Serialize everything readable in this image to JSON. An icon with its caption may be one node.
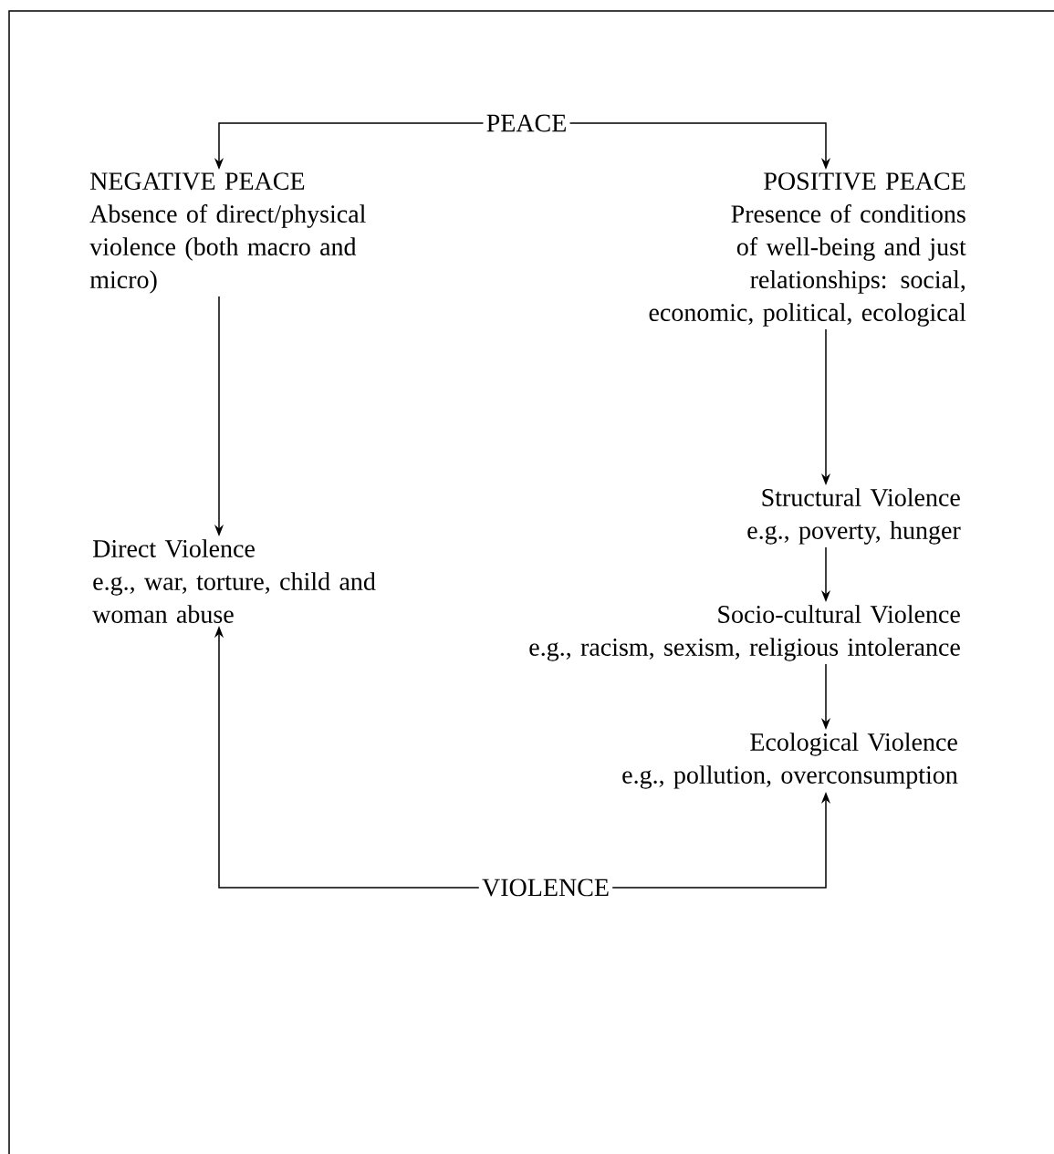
{
  "diagram": {
    "nodes": [
      {
        "text": [
          "PEACE"
        ]
      },
      {
        "text": [
          "NEGATIVE PEACE",
          "Absence of direct/physical violence (both macro and micro)"
        ]
      },
      {
        "text": [
          "POSITIVE PEACE",
          "Presence of conditions of well-being and just relationships: social, economic, political, ecological"
        ]
      },
      {
        "text": [
          "Direct Violence",
          "e.g., war, torture, child and woman abuse"
        ]
      },
      {
        "text": [
          "Structural Violence",
          "e.g., poverty, hunger"
        ]
      },
      {
        "text": [
          "Socio-cultural Violence",
          "e.g., racism, sexism, religious intolerance"
        ]
      },
      {
        "text": [
          "Ecological Violence",
          "e.g., pollution, overconsumption"
        ]
      },
      {
        "text": [
          "VIOLENCE"
        ]
      }
    ],
    "edges": [
      {
        "from": 0,
        "to": 1,
        "arrow": "to"
      },
      {
        "from": 0,
        "to": 2,
        "arrow": "to"
      },
      {
        "from": 1,
        "to": 3,
        "arrow": "to"
      },
      {
        "from": 2,
        "to": 4,
        "arrow": "to"
      },
      {
        "from": 4,
        "to": 5,
        "arrow": "to"
      },
      {
        "from": 5,
        "to": 6,
        "arrow": "to"
      },
      {
        "from": 7,
        "to": 3,
        "arrow": "to"
      },
      {
        "from": 7,
        "to": 6,
        "arrow": "to"
      }
    ]
  }
}
